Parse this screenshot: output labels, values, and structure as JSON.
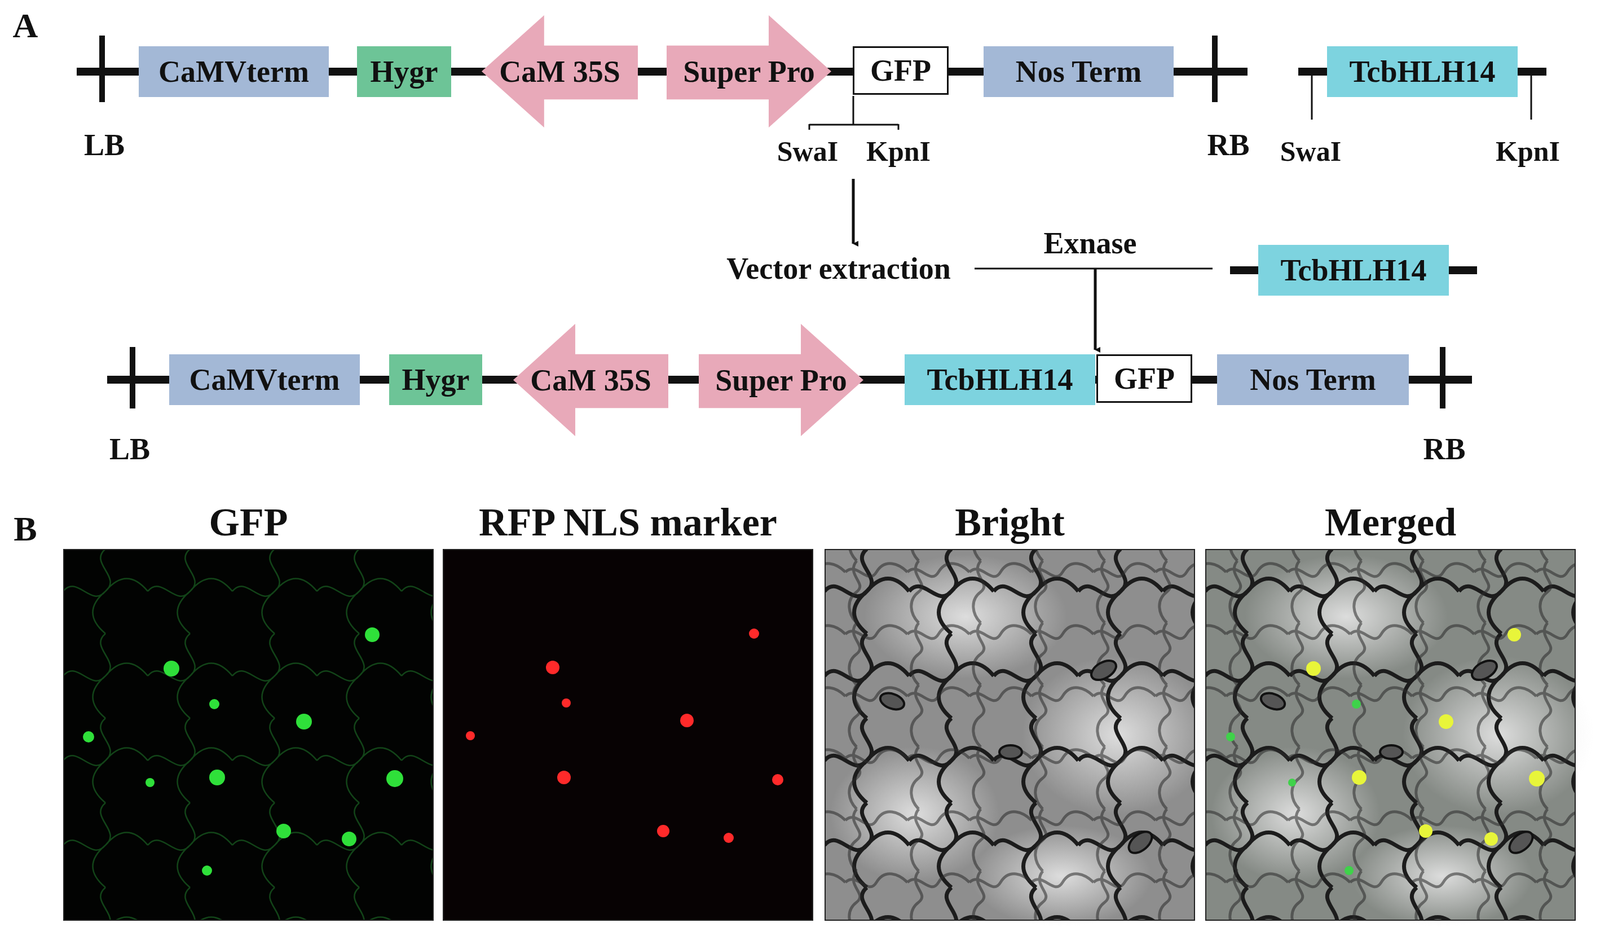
{
  "diagram": {
    "nodes": [
      {
        "text": [
          "CaMVterm"
        ]
      },
      {
        "text": [
          "Hygr"
        ]
      },
      {
        "text": [
          "CaM 35S"
        ]
      },
      {
        "text": [
          "Super Pro"
        ]
      },
      {
        "text": [
          "GFP"
        ]
      },
      {
        "text": [
          "Nos Term"
        ]
      },
      {
        "text": [
          "TcbHLH14"
        ]
      },
      {
        "text": [
          "TcbHLH14"
        ]
      },
      {
        "text": [
          "CaMVterm"
        ]
      },
      {
        "text": [
          "Hygr"
        ]
      },
      {
        "text": [
          "CaM 35S"
        ]
      },
      {
        "text": [
          "Super Pro"
        ]
      },
      {
        "text": [
          "TcbHLH14"
        ]
      },
      {
        "text": [
          "GFP"
        ]
      },
      {
        "text": [
          "Nos Term"
        ]
      },
      {
        "text": [
          "GFP"
        ]
      },
      {
        "text": [
          "RFP NLS marker"
        ]
      },
      {
        "text": [
          "Bright"
        ]
      },
      {
        "text": [
          "Merged"
        ]
      }
    ],
    "labels": [
      "A",
      "LB",
      "RB",
      "SwaI",
      "KpnI",
      "SwaI",
      "KpnI",
      "Vector extraction",
      "Exnase",
      "LB",
      "RB",
      "B"
    ]
  }
}
